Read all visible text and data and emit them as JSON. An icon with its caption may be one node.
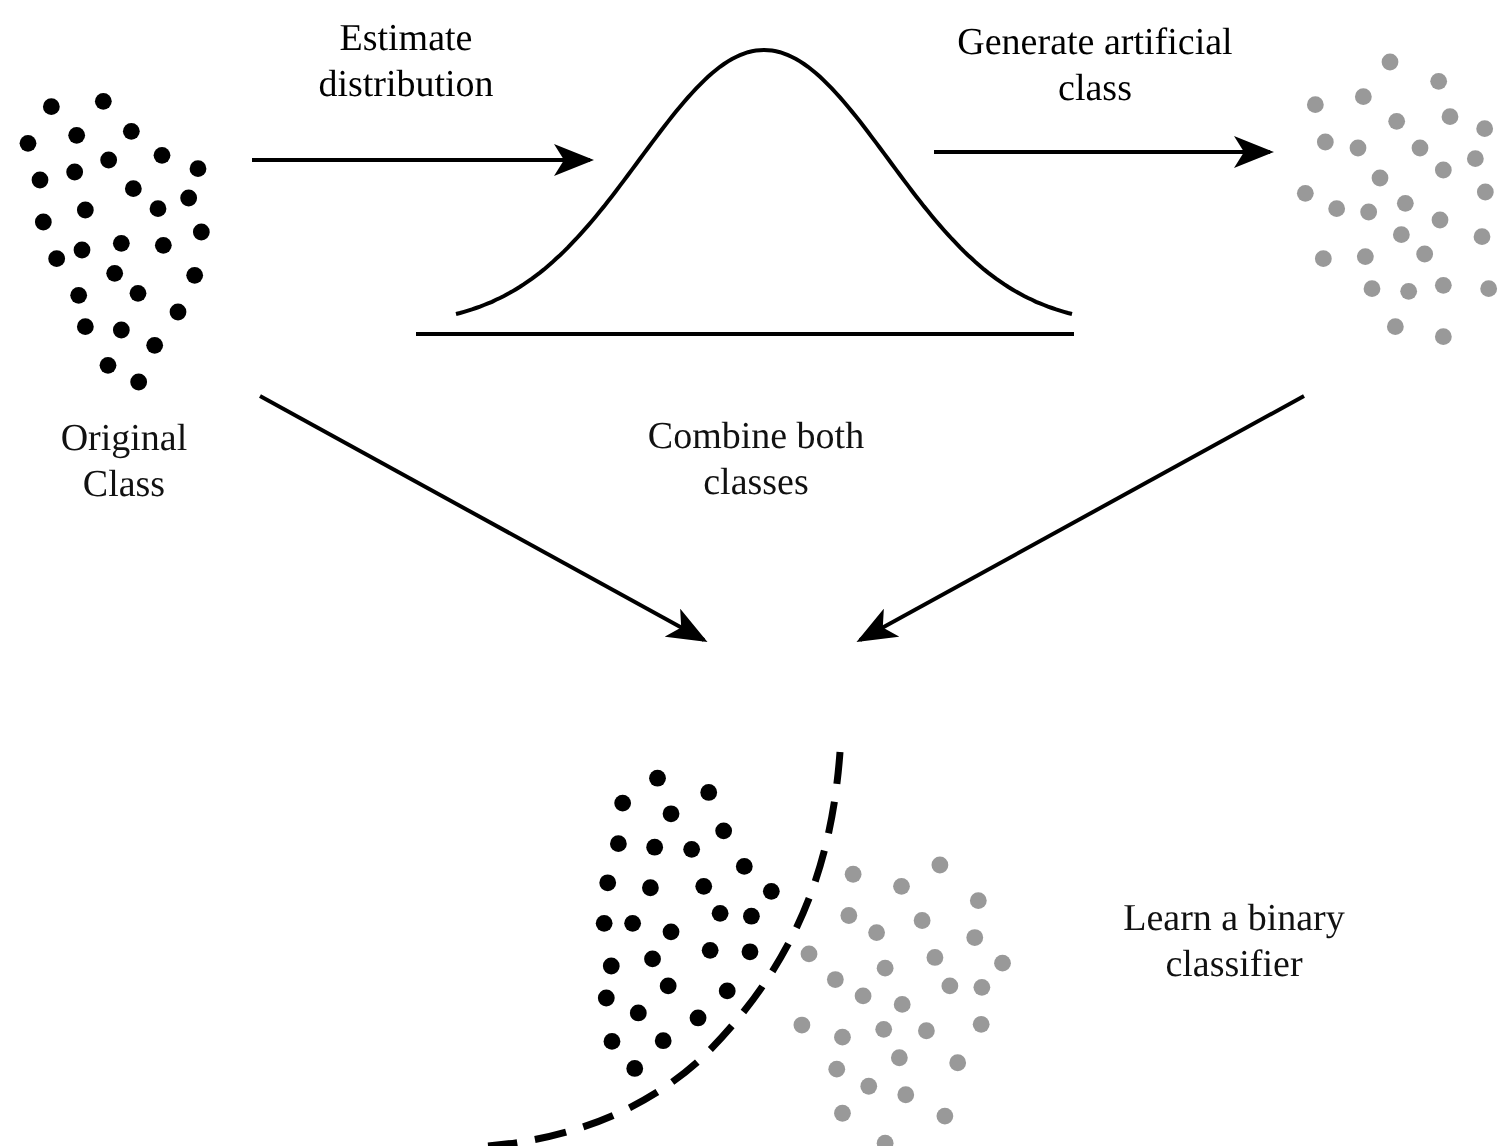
{
  "diagram": {
    "nodes": [
      {
        "text": [
          "Original Class"
        ]
      },
      {
        "text": [],
        "shape": "picture"
      },
      {
        "text": [],
        "shape": "picture"
      },
      {
        "text": [],
        "shape": "picture",
        "beside": [
          "Learn a binary classifier"
        ]
      }
    ],
    "edges": [
      {
        "from": 0,
        "to": 1,
        "arrow": "to",
        "label": "Estimate distribution"
      },
      {
        "from": 1,
        "to": 2,
        "arrow": "to",
        "label": "Generate artificial class"
      },
      {
        "from": 0,
        "to": 3,
        "arrow": "to"
      },
      {
        "from": 2,
        "to": 3,
        "arrow": "to"
      }
    ],
    "labels": [
      "Combine both classes"
    ]
  }
}
